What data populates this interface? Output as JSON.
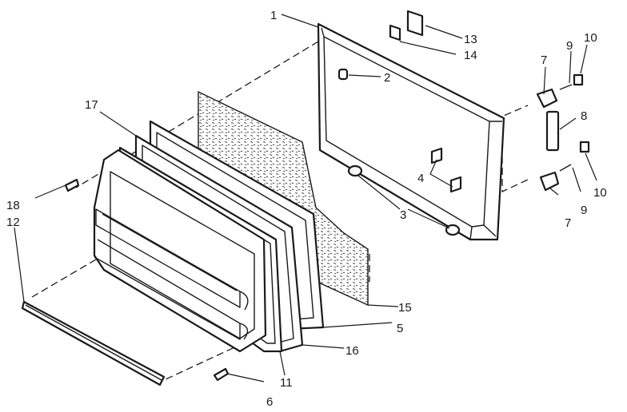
{
  "labels": {
    "l1": "1",
    "l2": "2",
    "l3": "3",
    "l4": "4",
    "l5": "5",
    "l6": "6",
    "l7a": "7",
    "l7b": "7",
    "l8": "8",
    "l9a": "9",
    "l9b": "9",
    "l10a": "10",
    "l10b": "10",
    "l11": "11",
    "l12": "12",
    "l13": "13",
    "l14": "14",
    "l15": "15",
    "l16": "16",
    "l17": "17",
    "l18": "18"
  }
}
